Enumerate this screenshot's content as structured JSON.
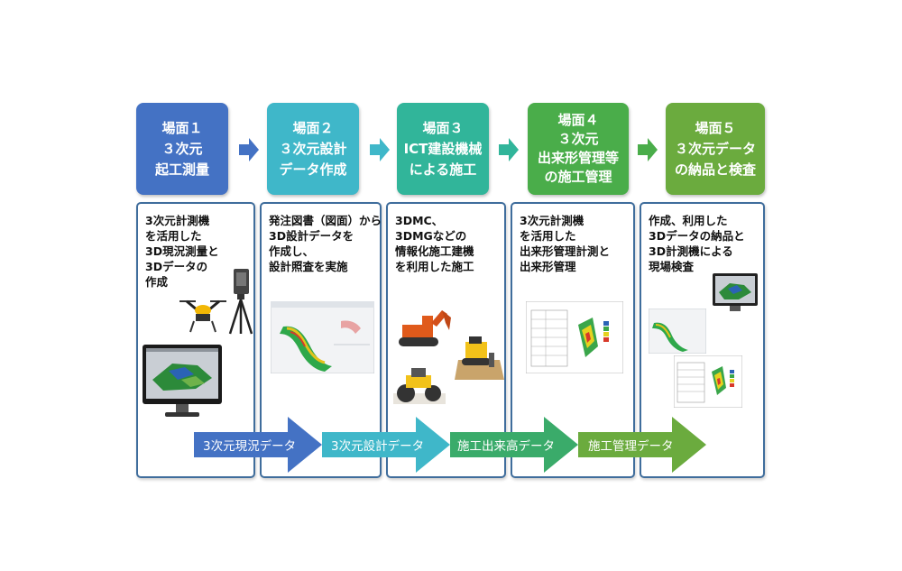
{
  "scenes": [
    {
      "lines": [
        "場面１",
        "３次元",
        "起工測量"
      ],
      "color": "#4472c4"
    },
    {
      "lines": [
        "場面２",
        "３次元設計",
        "データ作成"
      ],
      "color": "#3fb7c9"
    },
    {
      "lines": [
        "場面３",
        "ICT建設機械",
        "による施工"
      ],
      "color": "#31b59a"
    },
    {
      "lines": [
        "場面４",
        "３次元",
        "出来形管理等",
        "の施工管理"
      ],
      "color": "#4aad4a"
    },
    {
      "lines": [
        "場面５",
        "３次元データ",
        "の納品と検査"
      ],
      "color": "#6bab3e"
    }
  ],
  "panels": [
    {
      "lines": [
        "3次元計測機",
        "を活用した",
        "3D現況測量と",
        "3Dデータの",
        "作成"
      ]
    },
    {
      "lines": [
        "発注図書（図面）から",
        "3D設計データを",
        "作成し、",
        "設計照査を実施"
      ]
    },
    {
      "lines": [
        "3DMC、",
        "3DMGなどの",
        "情報化施工建機",
        "を利用した施工"
      ]
    },
    {
      "lines": [
        "3次元計測機",
        "を活用した",
        "出来形管理計測と",
        "出来形管理"
      ]
    },
    {
      "lines": [
        "作成、利用した",
        "3Dデータの納品と",
        "3D計測機による",
        "現場検査"
      ]
    }
  ],
  "flows": [
    {
      "label": "3次元現況データ",
      "color": "#4472c4"
    },
    {
      "label": "3次元設計データ",
      "color": "#3fb7c9"
    },
    {
      "label": "施工出来高データ",
      "color": "#3aab6a"
    },
    {
      "label": "施工管理データ",
      "color": "#6bab3e"
    }
  ]
}
